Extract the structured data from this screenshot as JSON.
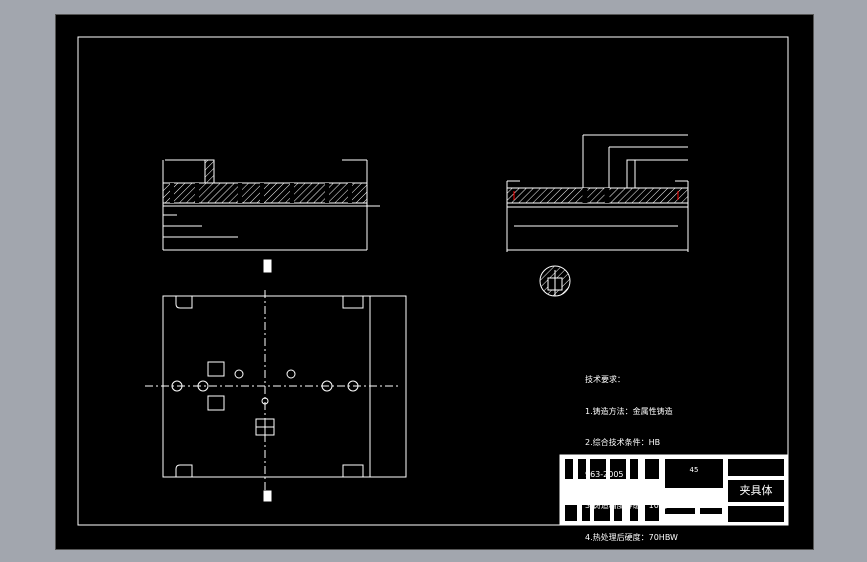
{
  "drawing": {
    "tech_requirements": {
      "heading": "技术要求：",
      "items": [
        "1.铸造方法：金属性铸造",
        "2.综合技术条件：HB",
        "963-2005",
        "3.铸造精度等级：10级",
        "4.热处理后硬度：70HBW"
      ]
    },
    "title_block": {
      "part_name": "夹具体",
      "material": "45"
    }
  },
  "colors": {
    "background": "#a2a6ae",
    "canvas": "#000000",
    "lines": "#ffffff",
    "accent": "#ff0000"
  }
}
